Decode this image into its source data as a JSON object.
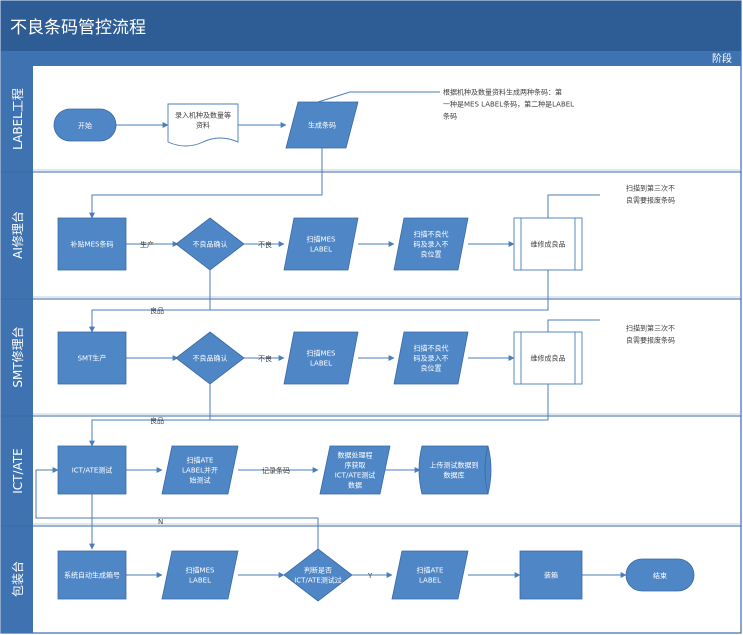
{
  "title": "不良条码管控流程",
  "phase": "阶段",
  "lanes": [
    {
      "label": "LABEL工程"
    },
    {
      "label": "AI修理台"
    },
    {
      "label": "SMT修理台"
    },
    {
      "label": "ICT/ATE"
    },
    {
      "label": "包装台"
    }
  ],
  "nodes": {
    "start": {
      "text": "开始"
    },
    "input_model": {
      "text": [
        "录入机种及数量等",
        "资料"
      ]
    },
    "gen_barcode": {
      "text": [
        "生成条码"
      ]
    },
    "note1": {
      "text": [
        "根据机种及数量资料生成两种条码：第",
        "一种是MES LABEL条码，第二种是LABEL",
        "条码"
      ]
    },
    "ai_paste": {
      "text": [
        "补贴MES条码"
      ]
    },
    "ai_confirm": {
      "text": [
        "不良品确认"
      ]
    },
    "ai_scan_mes": {
      "text": [
        "扫描MES",
        "LABEL"
      ]
    },
    "ai_scan_defect": {
      "text": [
        "扫描不良代",
        "码及录入不",
        "良位置"
      ]
    },
    "ai_repair": {
      "text": [
        "维修成良品"
      ]
    },
    "note2": {
      "text": [
        "扫描到第三次不",
        "良需要报废条码"
      ]
    },
    "smt_prod": {
      "text": [
        "SMT生产"
      ]
    },
    "smt_confirm": {
      "text": [
        "不良品确认"
      ]
    },
    "smt_scan_mes": {
      "text": [
        "扫描MES",
        "LABEL"
      ]
    },
    "smt_scan_defect": {
      "text": [
        "扫描不良代",
        "码及录入不",
        "良位置"
      ]
    },
    "smt_repair": {
      "text": [
        "维修成良品"
      ]
    },
    "note3": {
      "text": [
        "扫描到第三次不",
        "良需要报废条码"
      ]
    },
    "ict_test": {
      "text": [
        "ICT/ATE测试"
      ]
    },
    "ict_scan": {
      "text": [
        "扫描ATE",
        "LABEL并开",
        "始测试"
      ]
    },
    "ict_data": {
      "text": [
        "数据处理程",
        "序获取",
        "ICT/ATE测试",
        "数据"
      ]
    },
    "ict_upload": {
      "text": [
        "上传测试数据到",
        "数据库"
      ]
    },
    "pk_print": {
      "text": [
        "系统自动生成箱号"
      ]
    },
    "pk_scan": {
      "text": [
        "扫描MES",
        "LABEL"
      ]
    },
    "pk_judge": {
      "text": [
        "判断是否",
        "ICT/ATE测试过"
      ]
    },
    "pk_scan2": {
      "text": [
        "扫描ATE",
        "LABEL"
      ]
    },
    "pk_pack": {
      "text": [
        "装箱"
      ]
    },
    "end": {
      "text": "结束"
    }
  },
  "edge_labels": {
    "produce": "生产",
    "ai_bad": "不良",
    "ai_good": "良品",
    "smt_bad": "不良",
    "smt_good": "良品",
    "ict_barcode": "记录条码",
    "ict_no": "N",
    "pk_yes": "Y"
  }
}
